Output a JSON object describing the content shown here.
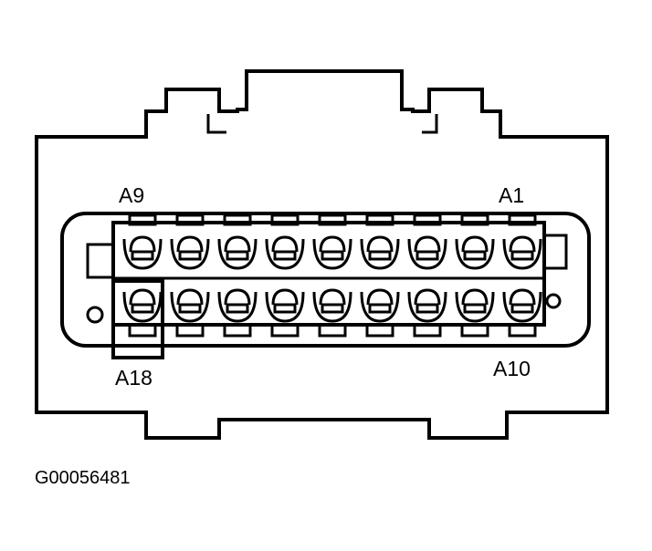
{
  "connector": {
    "labels": {
      "top_left": "A9",
      "top_right": "A1",
      "bottom_left": "A18",
      "bottom_right": "A10"
    },
    "rows": [
      {
        "row": "upper",
        "first_pin": "A9",
        "last_pin": "A1",
        "pin_count": 9
      },
      {
        "row": "lower",
        "first_pin": "A18",
        "last_pin": "A10",
        "pin_count": 9
      }
    ]
  },
  "figure_id": "G00056481"
}
